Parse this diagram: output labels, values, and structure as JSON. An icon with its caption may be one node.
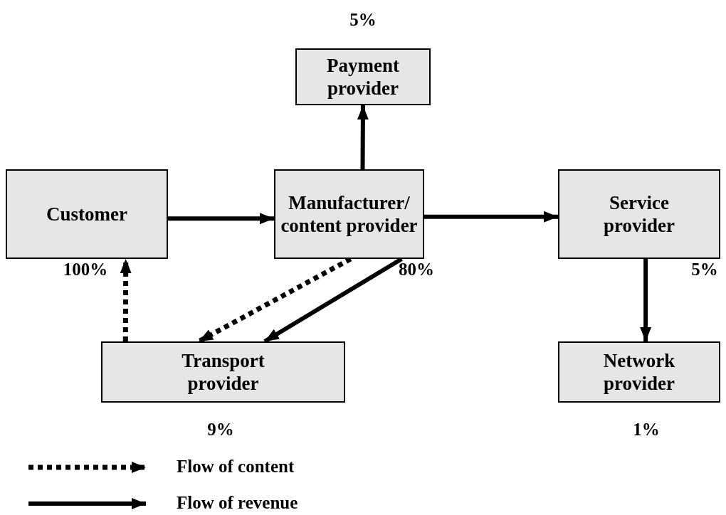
{
  "diagram": {
    "nodes": [
      {
        "text": [
          "Payment provider"
        ],
        "beside": [
          "5%"
        ]
      },
      {
        "text": [
          "Customer"
        ],
        "beside": [
          "100%"
        ]
      },
      {
        "text": [
          "Manufacturer/ content provider"
        ],
        "beside": [
          "80%"
        ]
      },
      {
        "text": [
          "Service provider"
        ],
        "beside": [
          "5%"
        ]
      },
      {
        "text": [
          "Transport provider"
        ],
        "beside": [
          "9%"
        ]
      },
      {
        "text": [
          "Network provider"
        ],
        "beside": [
          "1%"
        ]
      }
    ],
    "edges": [
      {
        "from": 2,
        "to": 0,
        "arrow": "to"
      },
      {
        "from": 1,
        "to": 2,
        "arrow": "to"
      },
      {
        "from": 2,
        "to": 3,
        "arrow": "to"
      },
      {
        "from": 3,
        "to": 5,
        "arrow": "to"
      },
      {
        "from": 2,
        "to": 4,
        "arrow": "to",
        "style": "dashed"
      },
      {
        "from": 2,
        "to": 4,
        "arrow": "to"
      },
      {
        "from": 4,
        "to": 1,
        "arrow": "to",
        "style": "dashed"
      }
    ],
    "legend": [
      {
        "text": "Flow of content"
      },
      {
        "text": "Flow of revenue"
      }
    ]
  }
}
